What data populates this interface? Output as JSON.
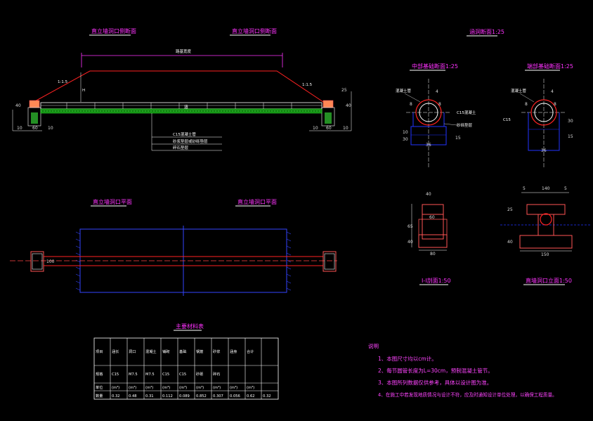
{
  "titles": {
    "left_elev_1": "直立墙洞口侧断面",
    "left_elev_2": "直立墙洞口侧断面",
    "section_title": "涵洞断面1:25",
    "detail_a": "中部基础断面1:25",
    "detail_b": "端部基础断面1:25",
    "plan_left": "直立墙洞口平面",
    "plan_right": "直立墙洞口平面",
    "section_11": "I-I剖面1:50",
    "outlet_elev": "直墙洞口立面1:50",
    "table_title": "主要材料表"
  },
  "elevation": {
    "top_dim": "路基宽度",
    "slope_l": "1:1.5",
    "slope_r": "1:1.5",
    "h_mark": "H",
    "d40": "40",
    "d25": "25",
    "d10a": "10",
    "d60a": "60",
    "d10b": "10",
    "d10c": "10",
    "d60b": "60",
    "d10d": "10",
    "d40b": "40",
    "center_mark": "涵",
    "callout_1": "C15混凝土管",
    "callout_2": "砂浆垫层或砂砾垫层",
    "callout_3": "碎石垫层"
  },
  "detail_a": {
    "labels": [
      "混凝土管",
      "C15混凝土",
      "砂砾垫层"
    ],
    "dims": [
      "8",
      "4",
      "8",
      "10",
      "30",
      "15",
      "36"
    ]
  },
  "detail_b": {
    "labels": [
      "混凝土管",
      "C15"
    ],
    "dims": [
      "8",
      "4",
      "8",
      "30",
      "15",
      "36"
    ]
  },
  "plan": {
    "dim_mid": "100"
  },
  "section_11": {
    "dims": [
      "40",
      "60",
      "65",
      "40",
      "80"
    ]
  },
  "outlet": {
    "dims": [
      "5",
      "140",
      "5",
      "25",
      "40",
      "150"
    ]
  },
  "notes": {
    "heading": "说明",
    "items": [
      "1、本图尺寸均以cm计。",
      "2、每节圆管长度为L=30cm，预制混凝土管节。",
      "3、本图所列数据仅供参考，具体以设计图为准。",
      "4、在施工中若发现地质情况与设计不符，应及时通知设计单位处理，以确保工程质量。"
    ]
  },
  "table": {
    "headers": [
      "项目",
      "涵长",
      "洞口",
      "混凝土",
      "铺砌",
      "基础",
      "钢筋",
      "砂浆",
      "涵身",
      "合计"
    ],
    "row_spec": [
      "规格",
      "C15",
      "M7.5",
      "M7.5",
      "C15",
      "C15",
      "砂砾",
      "碎石",
      "",
      ""
    ],
    "row_unit": [
      "单位",
      "(m³)",
      "(m³)",
      "(m³)",
      "(m³)",
      "(m³)",
      "(m³)",
      "(m³)",
      "(m³)",
      "(m³)"
    ],
    "row_qty": [
      "数量",
      "0.32",
      "0.48",
      "0.31",
      "0.112",
      "0.089",
      "0.852",
      "0.307",
      "0.056",
      "0.62",
      "0.32"
    ]
  }
}
